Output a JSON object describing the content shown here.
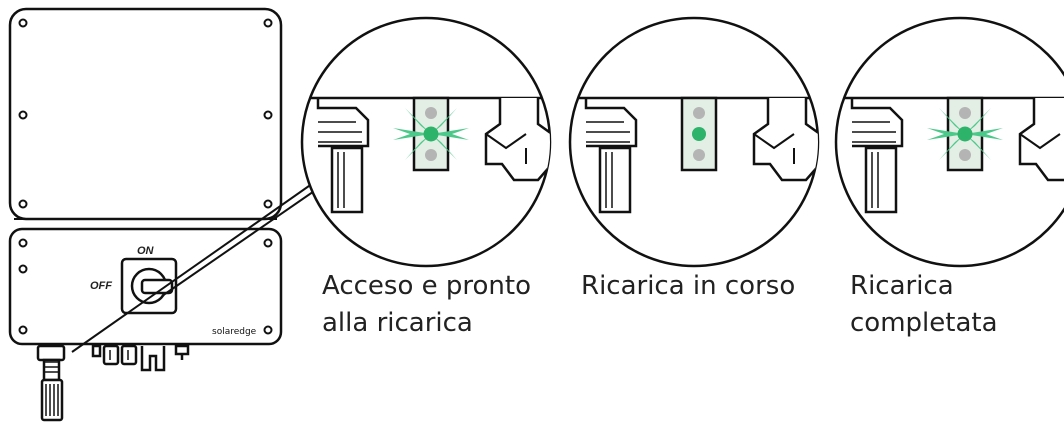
{
  "device": {
    "switch_on_label": "ON",
    "switch_off_label": "OFF",
    "brand_label": "solaredge"
  },
  "led_states": [
    {
      "caption_line1": "Acceso e pronto",
      "caption_line2": "alla ricarica",
      "led": "blinking-green"
    },
    {
      "caption_line1": "Ricarica in corso",
      "caption_line2": "",
      "led": "solid-green"
    },
    {
      "caption_line1": "Ricarica",
      "caption_line2": "completata",
      "led": "blinking-green"
    }
  ],
  "colors": {
    "led_green": "#2db36a",
    "led_glow": "#4cc98a",
    "led_off": "#b4b4b4",
    "led_window": "#e3eee4",
    "outline": "#111111"
  }
}
